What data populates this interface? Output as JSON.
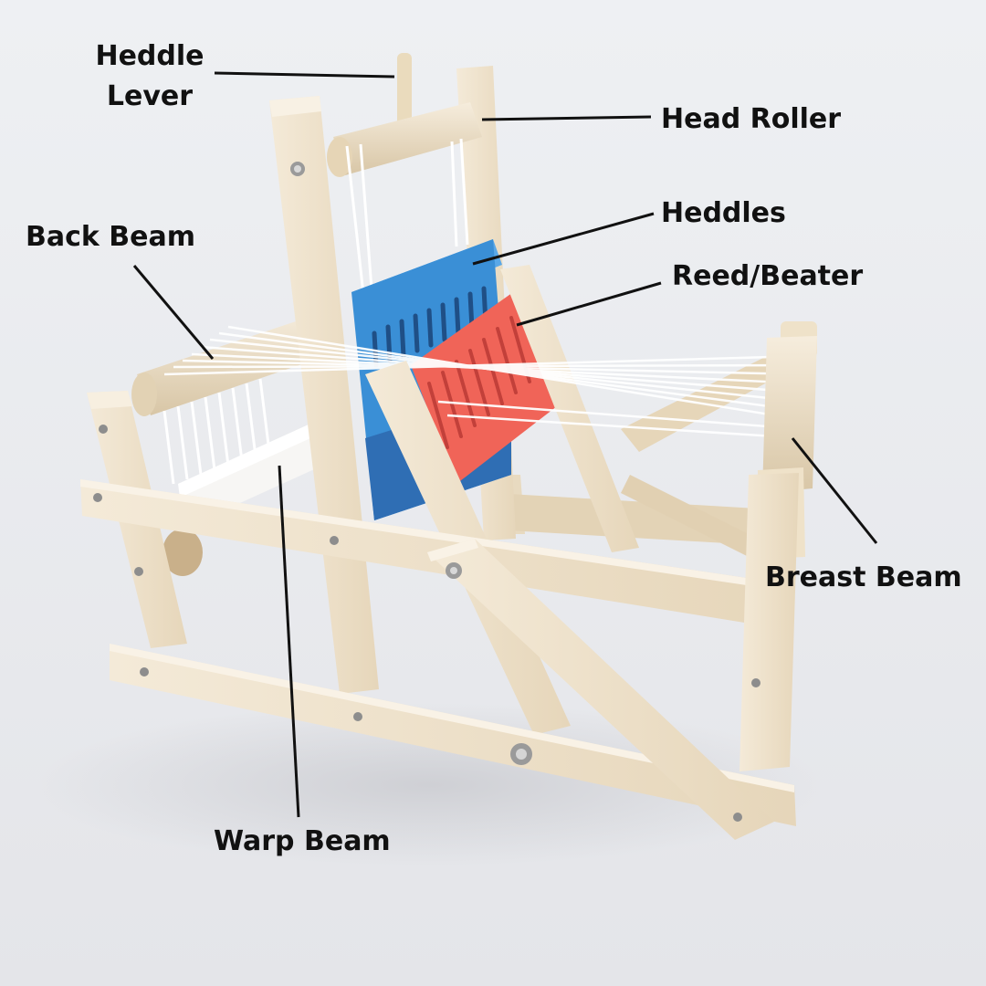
{
  "colors": {
    "background": "#e9eaee",
    "wood": "#f1e6d2",
    "wood_shade": "#d9c8a8",
    "heddles": "#3a8fd6",
    "heddles_dark": "#2a5f9e",
    "reed": "#f06458",
    "reed_dark": "#c2403a",
    "yarn": "#ffffff",
    "leader_line": "#111111",
    "label_text": "#111111"
  },
  "labels": {
    "heddle_lever": "Heddle Lever",
    "head_roller": "Head Roller",
    "back_beam": "Back Beam",
    "heddles": "Heddles",
    "reed_beater": "Reed/Beater",
    "breast_beam": "Breast Beam",
    "warp_beam": "Warp Beam"
  }
}
